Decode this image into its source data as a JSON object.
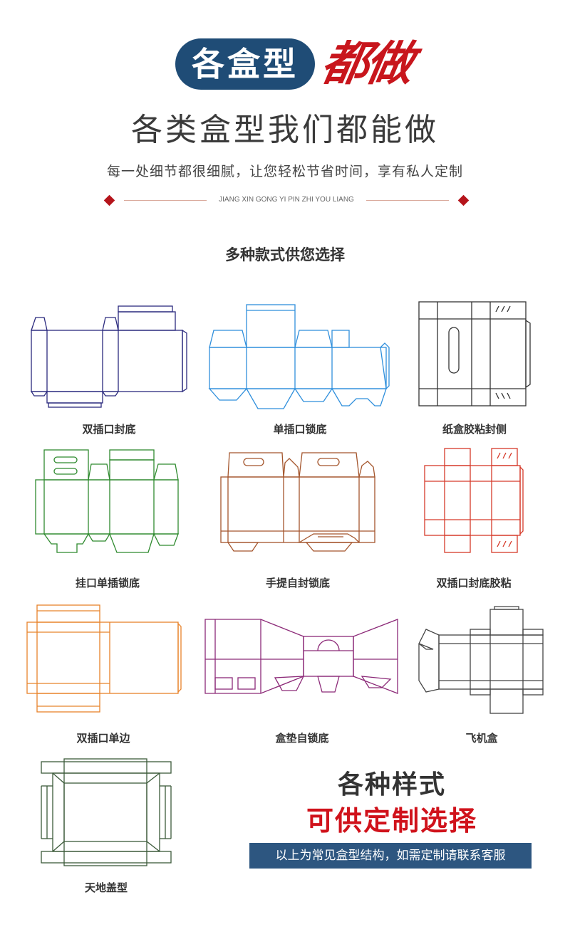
{
  "header": {
    "pill_text": "各盒型",
    "brush_text": "都做",
    "headline": "各类盒型我们都能做",
    "subline": "每一处细节都很细腻，让您轻松节省时间，享有私人定制",
    "divider_text": "JIANG XIN GONG YI PIN ZHI YOU LIANG",
    "section_title": "多种款式供您选择"
  },
  "colors": {
    "navy": "#1f4c76",
    "red": "#c8161d",
    "box1": "#2b2a7e",
    "box2": "#2f8fdc",
    "box3": "#333333",
    "box4": "#2f8a2f",
    "box5": "#a4552c",
    "box6": "#d63a2a",
    "box7": "#e8832b",
    "box8": "#8c2a78",
    "box9": "#444444",
    "box10": "#3c5a3a"
  },
  "boxes": [
    {
      "label": "双插口封底",
      "icon": "double-tuck-bottom-seal-dieline-icon"
    },
    {
      "label": "单插口锁底",
      "icon": "single-tuck-lock-bottom-dieline-icon"
    },
    {
      "label": "纸盒胶粘封侧",
      "icon": "glued-side-seal-dieline-icon"
    },
    {
      "label": "挂口单插锁底",
      "icon": "hang-tab-lock-bottom-dieline-icon"
    },
    {
      "label": "手提自封锁底",
      "icon": "handle-self-lock-bottom-dieline-icon"
    },
    {
      "label": "双插口封底胶粘",
      "icon": "double-tuck-glued-dieline-icon"
    },
    {
      "label": "双插口单边",
      "icon": "double-tuck-single-side-dieline-icon"
    },
    {
      "label": "盒垫自锁底",
      "icon": "insert-self-lock-dieline-icon"
    },
    {
      "label": "飞机盒",
      "icon": "mailer-box-dieline-icon"
    },
    {
      "label": "天地盖型",
      "icon": "lid-base-box-dieline-icon"
    }
  ],
  "promo": {
    "line1": "各种样式",
    "line2": "可供定制选择",
    "bar": "以上为常见盒型结构，如需定制请联系客服"
  }
}
